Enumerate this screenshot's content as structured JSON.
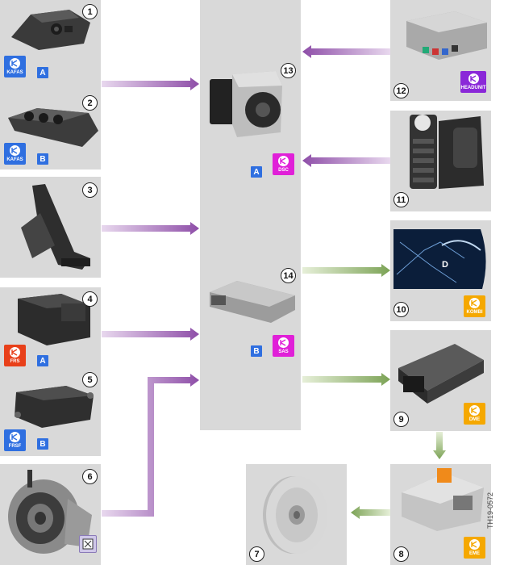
{
  "colors": {
    "blue": "#2f6fe0",
    "magenta": "#e020d8",
    "red": "#e8401a",
    "orange": "#f5a800",
    "purple": "#8a28d8",
    "arrow_purple": "#a978b8",
    "arrow_green": "#9cbf72",
    "panel": "#d9d9d9"
  },
  "icons": {
    "control_unit": "control-unit-symbol-icon",
    "sensor": "sensor-symbol-icon"
  },
  "components": {
    "c1": {
      "number": "1",
      "badge": "KAFAS",
      "variant": "A"
    },
    "c2": {
      "number": "2",
      "badge": "KAFAS",
      "variant": "B"
    },
    "c3": {
      "number": "3"
    },
    "c4": {
      "number": "4",
      "badge": "FRS",
      "variant": "A"
    },
    "c5": {
      "number": "5",
      "badge": "FRSF",
      "variant": "B"
    },
    "c6": {
      "number": "6"
    },
    "c7": {
      "number": "7"
    },
    "c8": {
      "number": "8",
      "badge": "EME"
    },
    "c9": {
      "number": "9",
      "badge": "DME"
    },
    "c10": {
      "number": "10",
      "badge": "KOMBI"
    },
    "c11": {
      "number": "11"
    },
    "c12": {
      "number": "12",
      "badge": "HEADUNIT"
    },
    "c13": {
      "number": "13",
      "badge": "DSC",
      "variant": "A"
    },
    "c14": {
      "number": "14",
      "badge": "SAS",
      "variant": "B"
    }
  },
  "cluster": {
    "gear": "D"
  },
  "figure_id": "TH19-0572"
}
